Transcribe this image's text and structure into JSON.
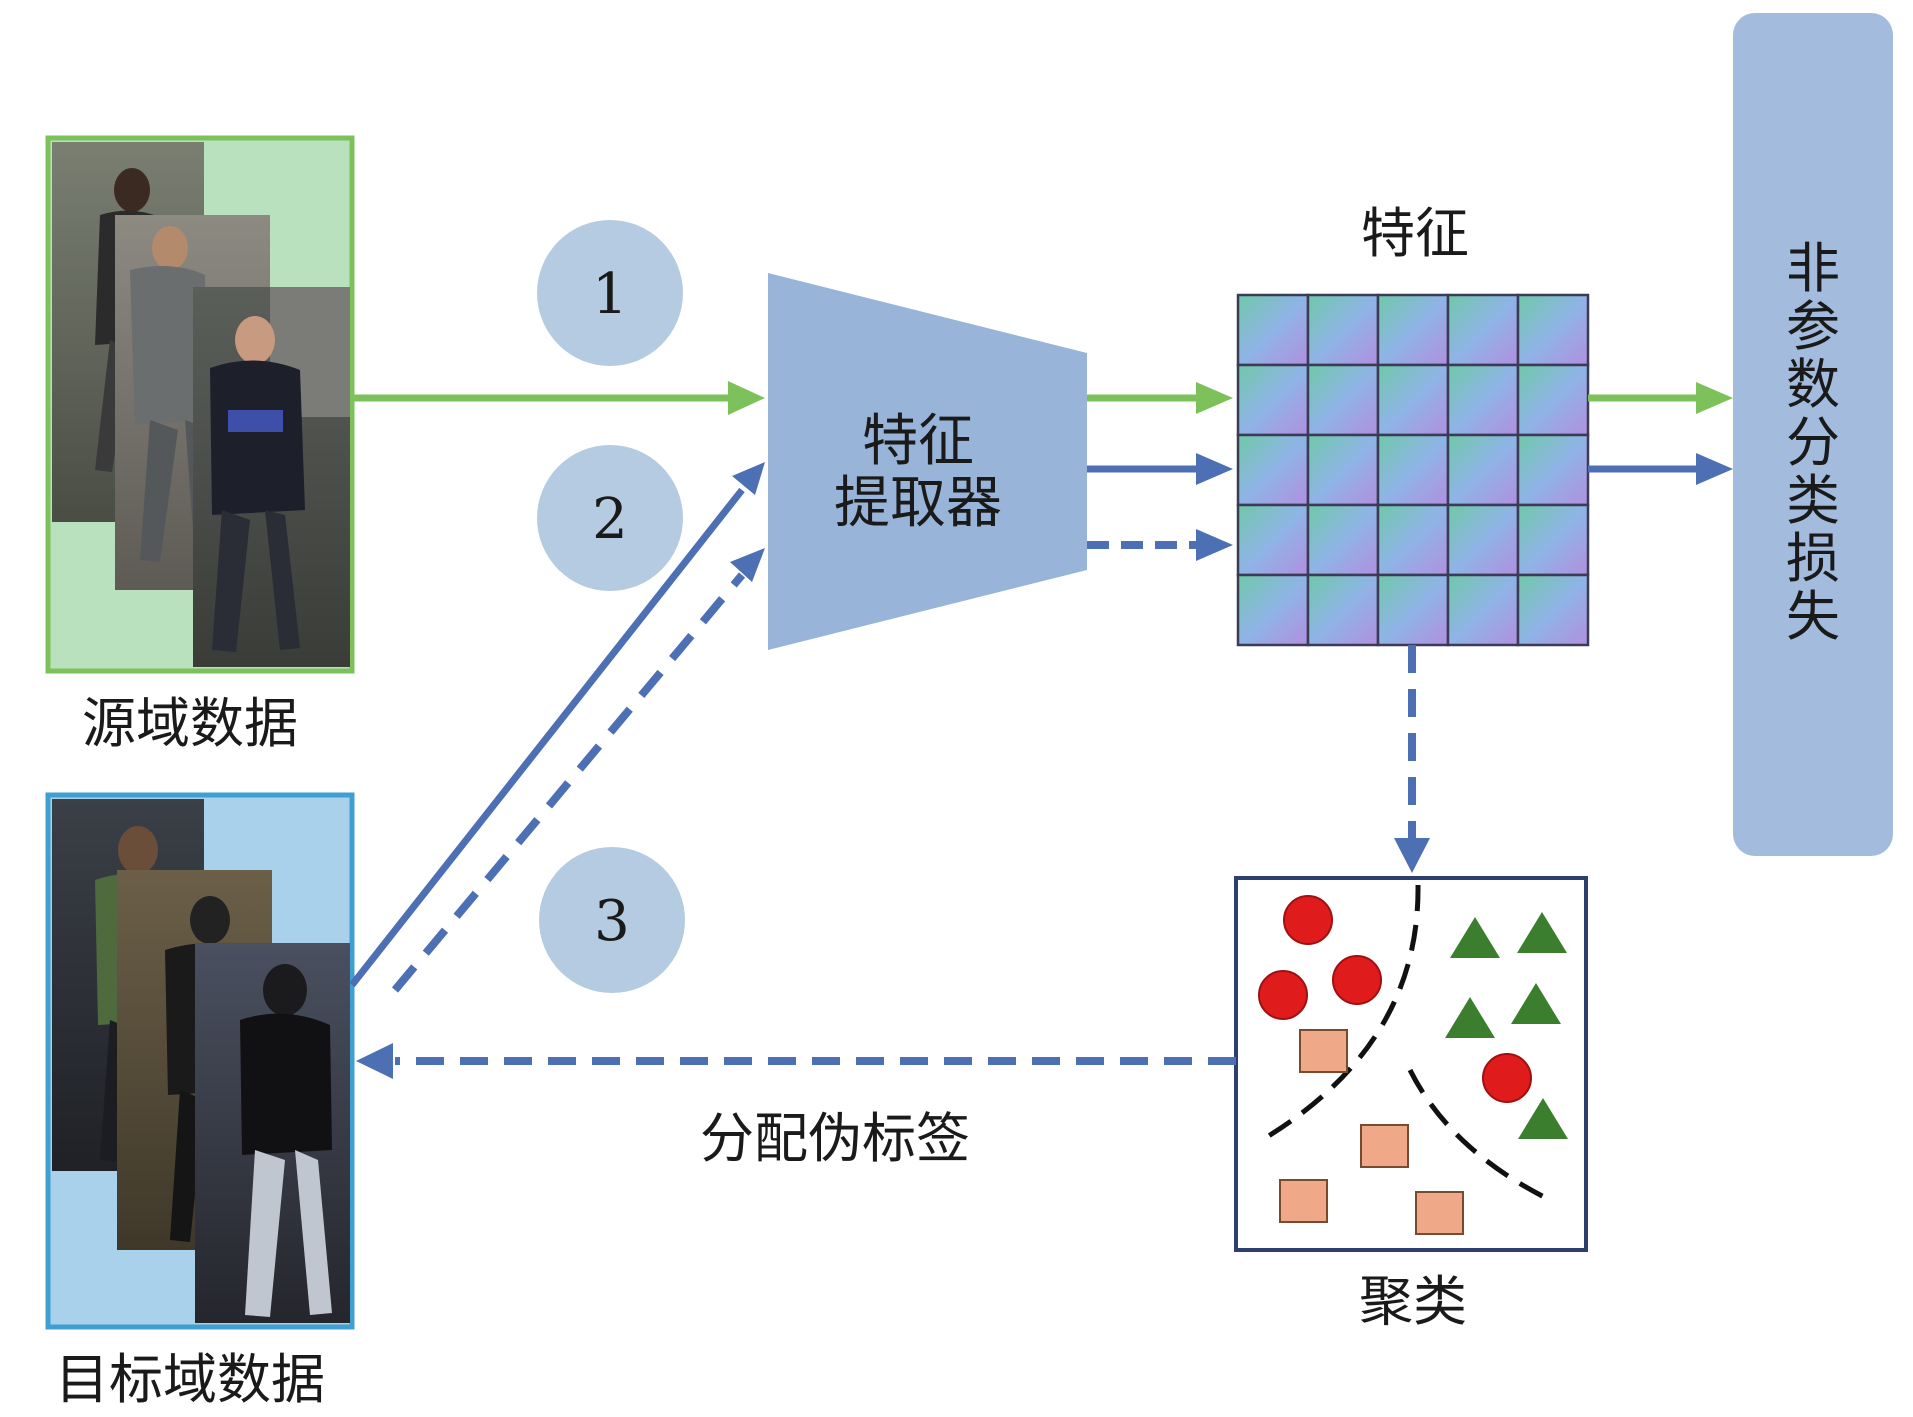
{
  "labels": {
    "source_domain": "源域数据",
    "target_domain": "目标域数据",
    "extractor_line1": "特征",
    "extractor_line2": "提取器",
    "features_title": "特征",
    "loss_chars": [
      "非",
      "参",
      "数",
      "分",
      "类",
      "损",
      "失"
    ],
    "clustering": "聚类",
    "pseudo_label": "分配伪标签"
  },
  "steps": [
    "1",
    "2",
    "3"
  ],
  "colors": {
    "green_flow": "#7cc15a",
    "blue_flow": "#4d6fb4",
    "extractor_fill": "#98b4d8",
    "loss_fill": "#a3bcdd",
    "step_circle": "#b5cbe2",
    "source_border": "#7cc15a",
    "target_border": "#3e9fd0",
    "cluster_border": "#2c3f6e",
    "red_point": "#e01b1b",
    "green_point": "#3b7f2e",
    "square_point": "#f0a988"
  },
  "legend_shapes": [
    "red-circle",
    "green-triangle",
    "orange-square"
  ]
}
